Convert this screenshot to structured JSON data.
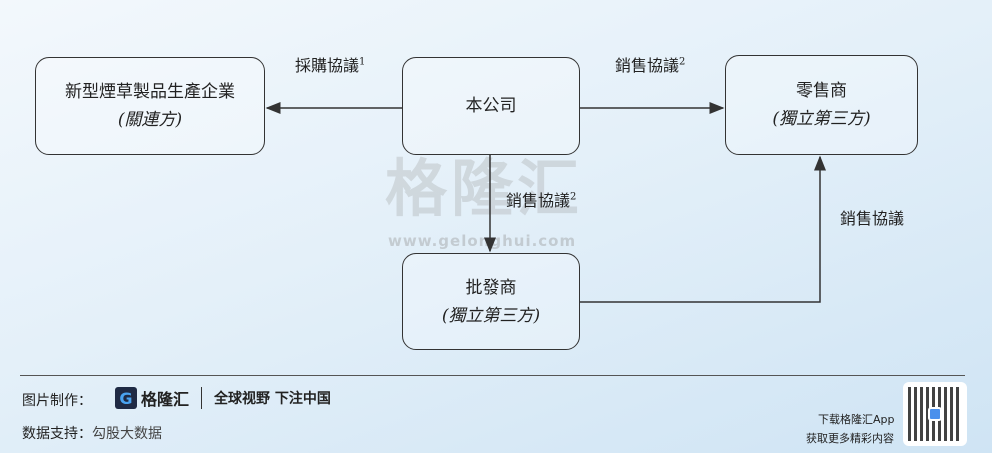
{
  "nodes": {
    "manufacturer": {
      "name": "新型煙草製品生產企業",
      "note": "(關連方)"
    },
    "company": {
      "name": "本公司"
    },
    "retailer": {
      "name": "零售商",
      "note": "(獨立第三方)"
    },
    "wholesaler": {
      "name": "批發商",
      "note": "(獨立第三方)"
    }
  },
  "edges": {
    "purchase": {
      "label": "採購協議",
      "sup": "1"
    },
    "sales_retailer": {
      "label": "銷售協議",
      "sup": "2"
    },
    "sales_wholesaler": {
      "label": "銷售協議",
      "sup": "2"
    },
    "wholesaler_retailer": {
      "label": "銷售協議"
    }
  },
  "watermark": {
    "text": "格隆汇",
    "url": "www.gelonghui.com"
  },
  "footer": {
    "made_by_label": "图片制作：",
    "logo_text": "格隆汇",
    "slogan": "全球视野 下注中国",
    "data_label": "数据支持：",
    "data_source": "勾股大数据",
    "app_line1": "下载格隆汇App",
    "app_line2": "获取更多精彩内容"
  }
}
